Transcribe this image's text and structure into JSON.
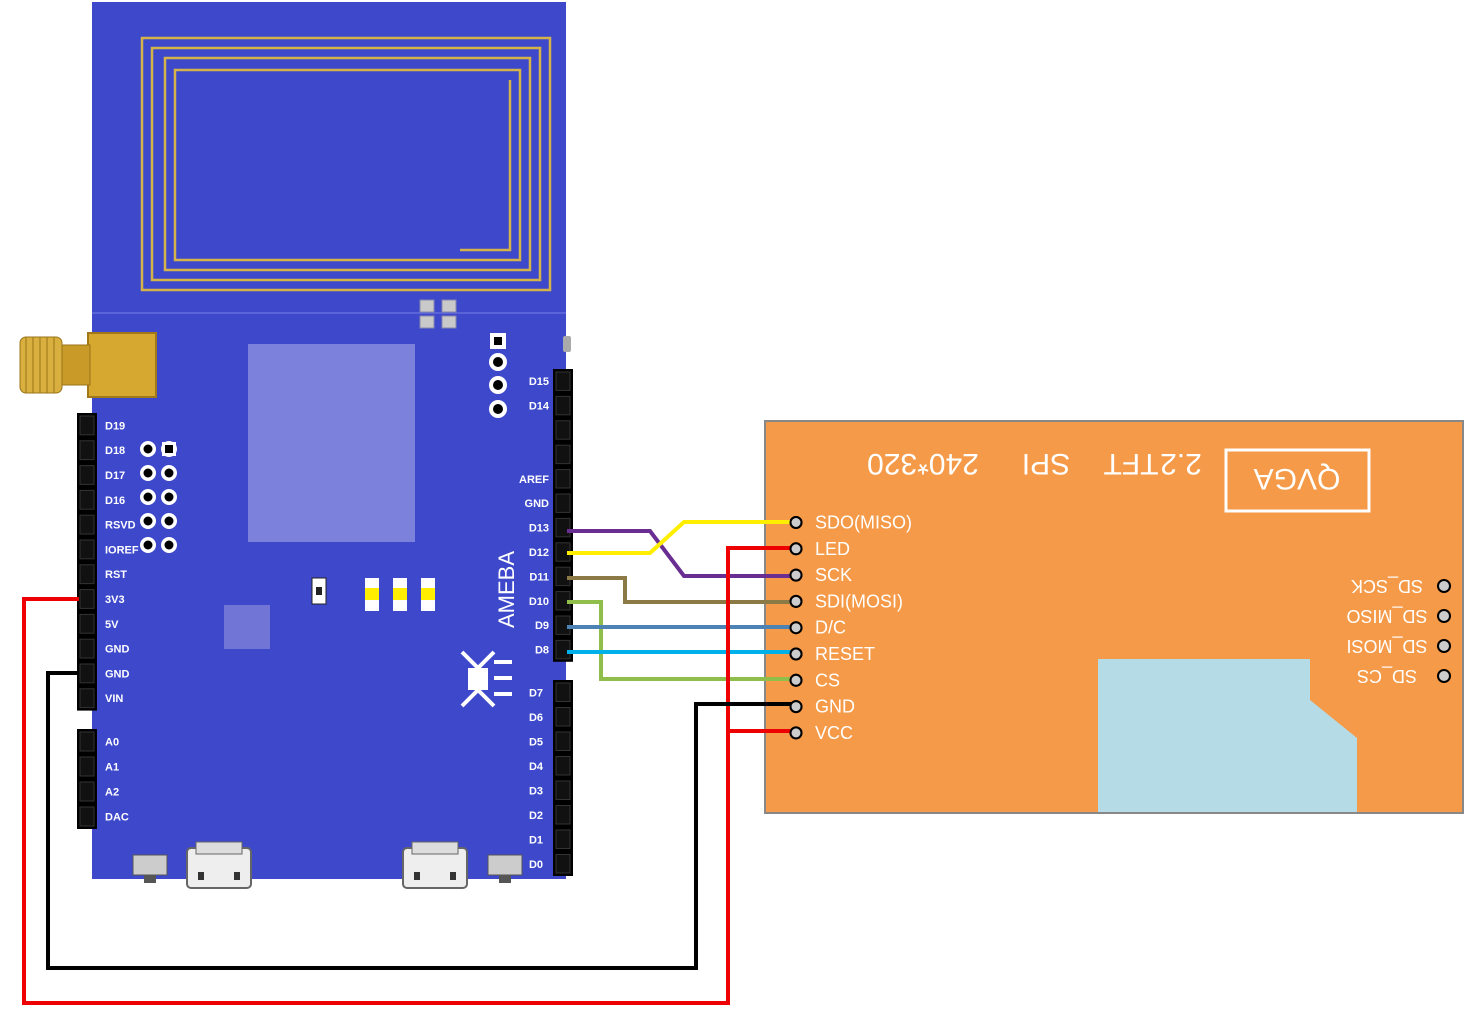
{
  "board": {
    "name": "AMEBA",
    "left_header_top": [
      "D19",
      "D18",
      "D17",
      "D16",
      "RSVD",
      "IOREF",
      "RST",
      "3V3",
      "5V",
      "GND",
      "GND",
      "VIN"
    ],
    "left_header_bottom": [
      "A0",
      "A1",
      "A2",
      "DAC"
    ],
    "right_header_top": [
      "D15",
      "D14",
      "",
      "",
      "AREF",
      "GND",
      "D13",
      "D12",
      "D11",
      "D10",
      "D9",
      "D8"
    ],
    "right_header_bottom": [
      "D7",
      "D6",
      "D5",
      "D4",
      "D3",
      "D2",
      "D1",
      "D0"
    ],
    "colors": {
      "pcb": "#3d48cb",
      "antenna": "#d4b34a",
      "chip": "#7c81dc"
    }
  },
  "tft": {
    "title_parts": [
      "2.2",
      "TFT",
      "SPI",
      "240*320"
    ],
    "badge": "QVGA",
    "pins": [
      "SDO(MISO)",
      "LED",
      "SCK",
      "SDI(MOSI)",
      "D/C",
      "RESET",
      "CS",
      "GND",
      "VCC"
    ],
    "sd_pins": [
      "SD_SCK",
      "SD_MISO",
      "SD_MOSI",
      "SD_CS"
    ],
    "colors": {
      "board": "#f59a48",
      "screen": "#b5dce6"
    }
  },
  "wires": [
    {
      "from": "D13",
      "to": "SCK",
      "color": "#6a2d91"
    },
    {
      "from": "D12",
      "to": "SDO(MISO)",
      "color": "#ffee00"
    },
    {
      "from": "D11",
      "to": "SDI(MOSI)",
      "color": "#8b7a46"
    },
    {
      "from": "D10",
      "to": "CS",
      "color": "#8fbe4a"
    },
    {
      "from": "D9",
      "to": "D/C",
      "color": "#4d82b4"
    },
    {
      "from": "D8",
      "to": "RESET",
      "color": "#00b0e8"
    },
    {
      "from": "3V3",
      "to": "LED",
      "color": "#ee0000"
    },
    {
      "from": "3V3",
      "to": "VCC",
      "color": "#ee0000"
    },
    {
      "from": "GND",
      "to": "GND",
      "color": "#000000"
    }
  ]
}
